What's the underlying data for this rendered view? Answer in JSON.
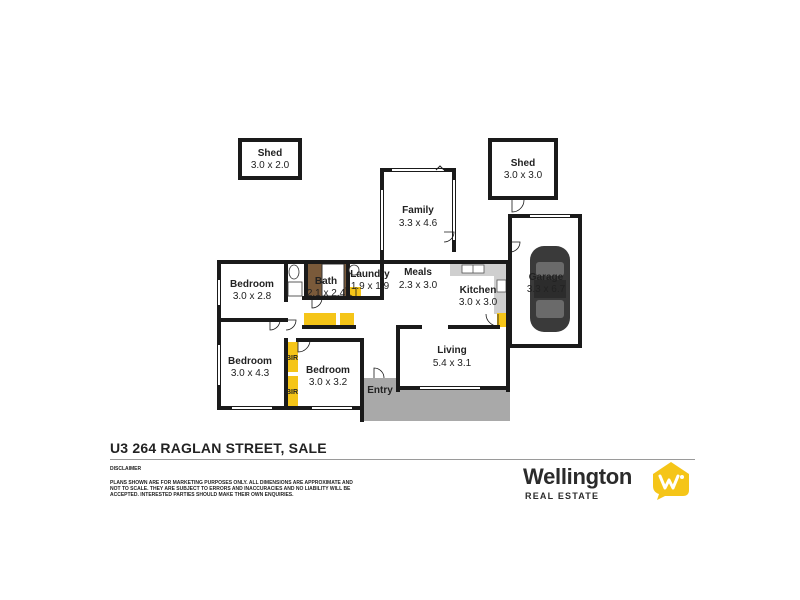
{
  "rooms": {
    "shed_left": {
      "name": "Shed",
      "dim": "3.0 x 2.0"
    },
    "shed_right": {
      "name": "Shed",
      "dim": "3.0 x 3.0"
    },
    "family": {
      "name": "Family",
      "dim": "3.3 x 4.6"
    },
    "meals": {
      "name": "Meals",
      "dim": "2.3 x 3.0"
    },
    "kitchen": {
      "name": "Kitchen",
      "dim": "3.0 x 3.0"
    },
    "garage": {
      "name": "Garage",
      "dim": "3.3 x 6.7"
    },
    "bedroom_top": {
      "name": "Bedroom",
      "dim": "3.0 x 2.8"
    },
    "bath": {
      "name": "Bath",
      "dim": "2.1 x 2.4"
    },
    "laundry": {
      "name": "Laundry",
      "dim": "1.9 x 1.9"
    },
    "bedroom_left": {
      "name": "Bedroom",
      "dim": "3.0 x 4.3"
    },
    "bedroom_mid": {
      "name": "Bedroom",
      "dim": "3.0 x 3.2"
    },
    "living": {
      "name": "Living",
      "dim": "5.4 x 3.1"
    },
    "entry": {
      "name": "Entry"
    }
  },
  "labels": {
    "bir1": "BIR",
    "bir2": "BIR"
  },
  "footer": {
    "address": "U3 264 RAGLAN STREET, SALE",
    "disclaimer_title": "DISCLAIMER",
    "disclaimer_text": "PLANS SHOWN ARE FOR MARKETING PURPOSES ONLY. ALL DIMENSIONS ARE APPROXIMATE AND NOT TO SCALE. THEY ARE SUBJECT TO ERRORS AND INACCURACIES AND NO LIABILITY WILL BE ACCEPTED. INTERESTED PARTIES SHOULD MAKE THEIR OWN ENQUIRIES."
  },
  "brand": {
    "name": "Wellington",
    "sub": "REAL ESTATE",
    "logo_icon": "wellington-w-speech-bubble-icon",
    "accent_color": "#f5c518"
  },
  "colors": {
    "wall": "#1a1a1a",
    "cupboard": "#f5c518",
    "porch": "#a9a9a9",
    "bath_floor": "#7a5a3a"
  }
}
